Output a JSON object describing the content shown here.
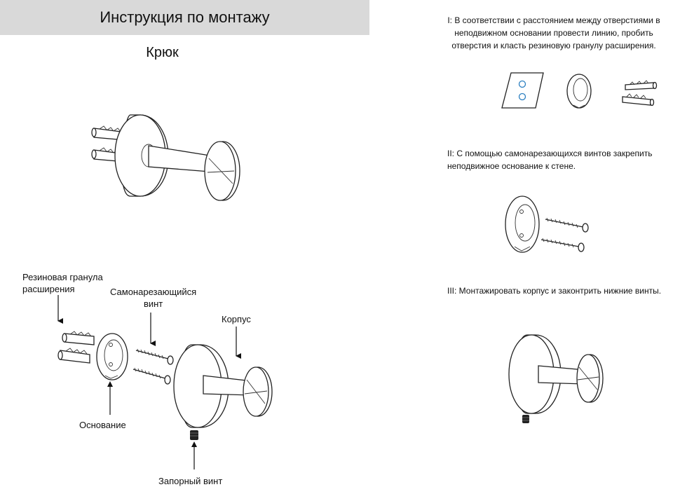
{
  "header": {
    "title": "Инструкция по монтажу"
  },
  "product": {
    "name": "Крюк"
  },
  "parts": {
    "rubber_plug": "Резиновая гранула\nрасширения",
    "screw": "Самонарезающийся\nвинт",
    "body": "Корпус",
    "base": "Основание",
    "lock_screw": "Запорный винт"
  },
  "steps": [
    {
      "text": "I: В соответствии с расстоянием между отверстиями в\nнеподвижном основании провести линию, пробить\nотверстия и класть резиновую гранулу расширения."
    },
    {
      "text": "II: С помощью самонарезающихся винтов закрепить\nнеподвижное основание к стене."
    },
    {
      "text": "III: Монтажировать корпус и законтрить нижние винты."
    }
  ],
  "colors": {
    "header_bg": "#d9d9d9",
    "hole_marks": "#2b7fc0"
  }
}
